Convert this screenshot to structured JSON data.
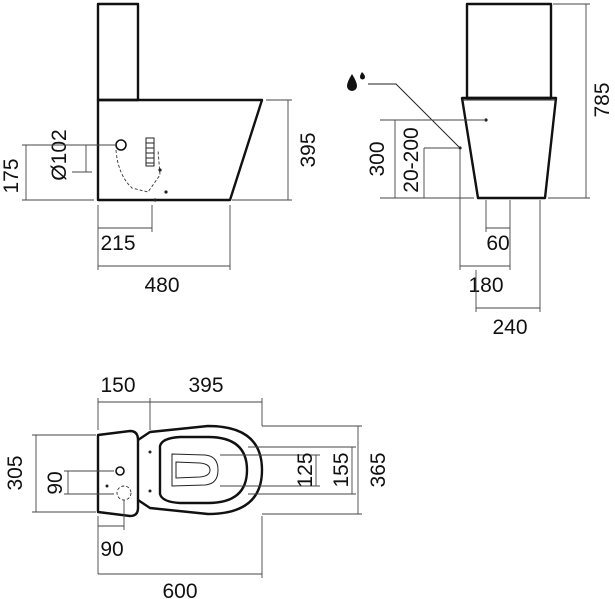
{
  "side_view": {
    "dims": {
      "height_total": "395",
      "outlet_diameter": "Ø102",
      "outlet_height": "175",
      "outlet_offset": "215",
      "projection": "480"
    }
  },
  "front_view": {
    "dims": {
      "total_height": "785",
      "inlet_height": "300",
      "inlet_range": "20-200",
      "inlet_offset": "60",
      "pan_half_width": "180",
      "cistern_half_width": "240"
    }
  },
  "plan_view": {
    "dims": {
      "cistern_depth": "150",
      "bowl_length": "395",
      "overall_width": "305",
      "outlet_width": "90",
      "seat_inner": "125",
      "seat_outer": "155",
      "pan_width": "365",
      "outlet_offset_bottom": "90",
      "overall_length": "600"
    }
  },
  "icons": {
    "water_supply": "water-drop-icon"
  }
}
